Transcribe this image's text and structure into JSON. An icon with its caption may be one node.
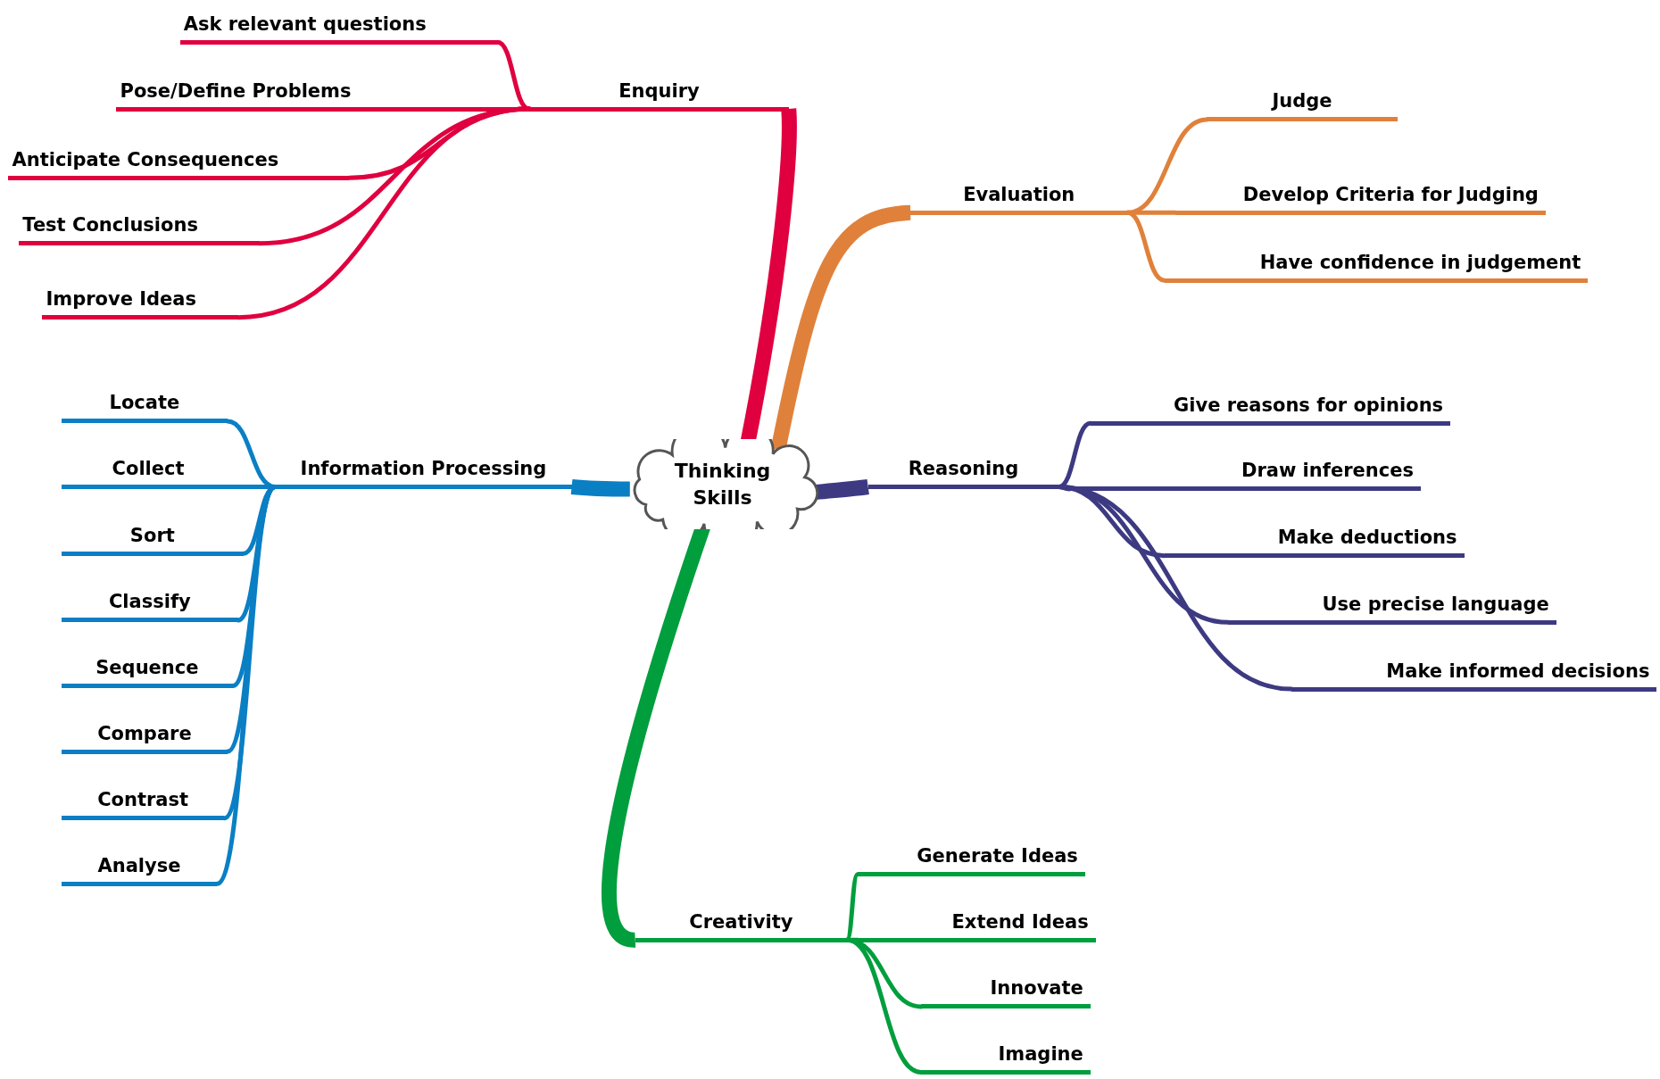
{
  "diagram": {
    "nodes": [
      {
        "text": [
          "Thinking Skills"
        ]
      },
      {
        "text": [
          "Enquiry"
        ]
      },
      {
        "text": [
          "Ask relevant questions"
        ]
      },
      {
        "text": [
          "Pose/Define Problems"
        ]
      },
      {
        "text": [
          "Anticipate Consequences"
        ]
      },
      {
        "text": [
          "Test Conclusions"
        ]
      },
      {
        "text": [
          "Improve Ideas"
        ]
      },
      {
        "text": [
          "Evaluation"
        ]
      },
      {
        "text": [
          "Judge"
        ]
      },
      {
        "text": [
          "Develop Criteria for Judging"
        ]
      },
      {
        "text": [
          "Have confidence in judgement"
        ]
      },
      {
        "text": [
          "Information Processing"
        ]
      },
      {
        "text": [
          "Locate"
        ]
      },
      {
        "text": [
          "Collect"
        ]
      },
      {
        "text": [
          "Sort"
        ]
      },
      {
        "text": [
          "Classify"
        ]
      },
      {
        "text": [
          "Sequence"
        ]
      },
      {
        "text": [
          "Compare"
        ]
      },
      {
        "text": [
          "Contrast"
        ]
      },
      {
        "text": [
          "Analyse"
        ]
      },
      {
        "text": [
          "Reasoning"
        ]
      },
      {
        "text": [
          "Give reasons for opinions"
        ]
      },
      {
        "text": [
          "Draw inferences"
        ]
      },
      {
        "text": [
          "Make deductions"
        ]
      },
      {
        "text": [
          "Use precise language"
        ]
      },
      {
        "text": [
          "Make informed decisions"
        ]
      },
      {
        "text": [
          "Creativity"
        ]
      },
      {
        "text": [
          "Generate Ideas"
        ]
      },
      {
        "text": [
          "Extend Ideas"
        ]
      },
      {
        "text": [
          "Innovate"
        ]
      },
      {
        "text": [
          "Imagine"
        ]
      }
    ],
    "edges": [
      {
        "from": 0,
        "to": 1,
        "arrow": "none",
        "style": "thick",
        "color": "#e0003f"
      },
      {
        "from": 1,
        "to": 2,
        "arrow": "none",
        "color": "#e0003f"
      },
      {
        "from": 1,
        "to": 3,
        "arrow": "none",
        "color": "#e0003f"
      },
      {
        "from": 1,
        "to": 4,
        "arrow": "none",
        "color": "#e0003f"
      },
      {
        "from": 1,
        "to": 5,
        "arrow": "none",
        "color": "#e0003f"
      },
      {
        "from": 1,
        "to": 6,
        "arrow": "none",
        "color": "#e0003f"
      },
      {
        "from": 0,
        "to": 7,
        "arrow": "none",
        "style": "thick",
        "color": "#e0813b"
      },
      {
        "from": 7,
        "to": 8,
        "arrow": "none",
        "color": "#e0813b"
      },
      {
        "from": 7,
        "to": 9,
        "arrow": "none",
        "color": "#e0813b"
      },
      {
        "from": 7,
        "to": 10,
        "arrow": "none",
        "color": "#e0813b"
      },
      {
        "from": 0,
        "to": 11,
        "arrow": "none",
        "style": "thick",
        "color": "#0a7fc4"
      },
      {
        "from": 11,
        "to": 12,
        "arrow": "none",
        "color": "#0a7fc4"
      },
      {
        "from": 11,
        "to": 13,
        "arrow": "none",
        "color": "#0a7fc4"
      },
      {
        "from": 11,
        "to": 14,
        "arrow": "none",
        "color": "#0a7fc4"
      },
      {
        "from": 11,
        "to": 15,
        "arrow": "none",
        "color": "#0a7fc4"
      },
      {
        "from": 11,
        "to": 16,
        "arrow": "none",
        "color": "#0a7fc4"
      },
      {
        "from": 11,
        "to": 17,
        "arrow": "none",
        "color": "#0a7fc4"
      },
      {
        "from": 11,
        "to": 18,
        "arrow": "none",
        "color": "#0a7fc4"
      },
      {
        "from": 11,
        "to": 19,
        "arrow": "none",
        "color": "#0a7fc4"
      },
      {
        "from": 0,
        "to": 20,
        "arrow": "none",
        "style": "thick",
        "color": "#3d3a82"
      },
      {
        "from": 20,
        "to": 21,
        "arrow": "none",
        "color": "#3d3a82"
      },
      {
        "from": 20,
        "to": 22,
        "arrow": "none",
        "color": "#3d3a82"
      },
      {
        "from": 20,
        "to": 23,
        "arrow": "none",
        "color": "#3d3a82"
      },
      {
        "from": 20,
        "to": 24,
        "arrow": "none",
        "color": "#3d3a82"
      },
      {
        "from": 20,
        "to": 25,
        "arrow": "none",
        "color": "#3d3a82"
      },
      {
        "from": 0,
        "to": 26,
        "arrow": "none",
        "style": "thick",
        "color": "#009e3d"
      },
      {
        "from": 26,
        "to": 27,
        "arrow": "none",
        "color": "#009e3d"
      },
      {
        "from": 26,
        "to": 28,
        "arrow": "none",
        "color": "#009e3d"
      },
      {
        "from": 26,
        "to": 29,
        "arrow": "none",
        "color": "#009e3d"
      },
      {
        "from": 26,
        "to": 30,
        "arrow": "none",
        "color": "#009e3d"
      }
    ]
  }
}
